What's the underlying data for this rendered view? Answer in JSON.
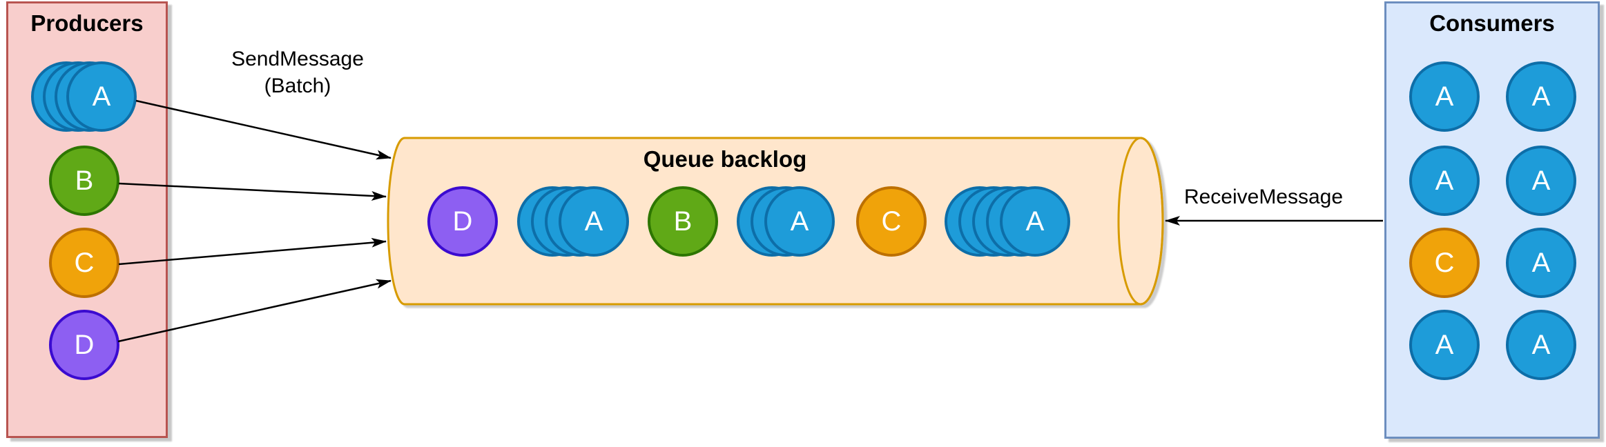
{
  "producers": {
    "title": "Producers",
    "items": [
      {
        "label": "A",
        "count": 4,
        "color": "blue"
      },
      {
        "label": "B",
        "count": 1,
        "color": "green"
      },
      {
        "label": "C",
        "count": 1,
        "color": "orange"
      },
      {
        "label": "D",
        "count": 1,
        "color": "purple"
      }
    ]
  },
  "queue": {
    "title": "Queue backlog",
    "items": [
      {
        "label": "D",
        "count": 1,
        "color": "purple"
      },
      {
        "label": "A",
        "count": 4,
        "color": "blue"
      },
      {
        "label": "B",
        "count": 1,
        "color": "green"
      },
      {
        "label": "A",
        "count": 3,
        "color": "blue"
      },
      {
        "label": "C",
        "count": 1,
        "color": "orange"
      },
      {
        "label": "A",
        "count": 5,
        "color": "blue"
      }
    ]
  },
  "consumers": {
    "title": "Consumers",
    "rows": [
      [
        {
          "label": "A",
          "color": "blue"
        },
        {
          "label": "A",
          "color": "blue"
        }
      ],
      [
        {
          "label": "A",
          "color": "blue"
        },
        {
          "label": "A",
          "color": "blue"
        }
      ],
      [
        {
          "label": "C",
          "color": "orange"
        },
        {
          "label": "A",
          "color": "blue"
        }
      ],
      [
        {
          "label": "A",
          "color": "blue"
        },
        {
          "label": "A",
          "color": "blue"
        }
      ]
    ]
  },
  "labels": {
    "send_line1": "SendMessage",
    "send_line2": "(Batch)",
    "receive": "ReceiveMessage"
  },
  "palette": {
    "blue": {
      "fill": "#1E9CD9",
      "stroke": "#0D6EA8"
    },
    "green": {
      "fill": "#60A917",
      "stroke": "#2D7600"
    },
    "orange": {
      "fill": "#F0A30A",
      "stroke": "#BD7000"
    },
    "purple": {
      "fill": "#8D5FF2",
      "stroke": "#3B0BD0"
    },
    "producers_box": {
      "fill": "#F8CECC",
      "stroke": "#B85450"
    },
    "consumers_box": {
      "fill": "#DAE8FC",
      "stroke": "#6C8EBF"
    },
    "queue_cylinder": {
      "fill": "#FFE6CC",
      "stroke": "#D79B00"
    },
    "arrow": "#000000"
  }
}
